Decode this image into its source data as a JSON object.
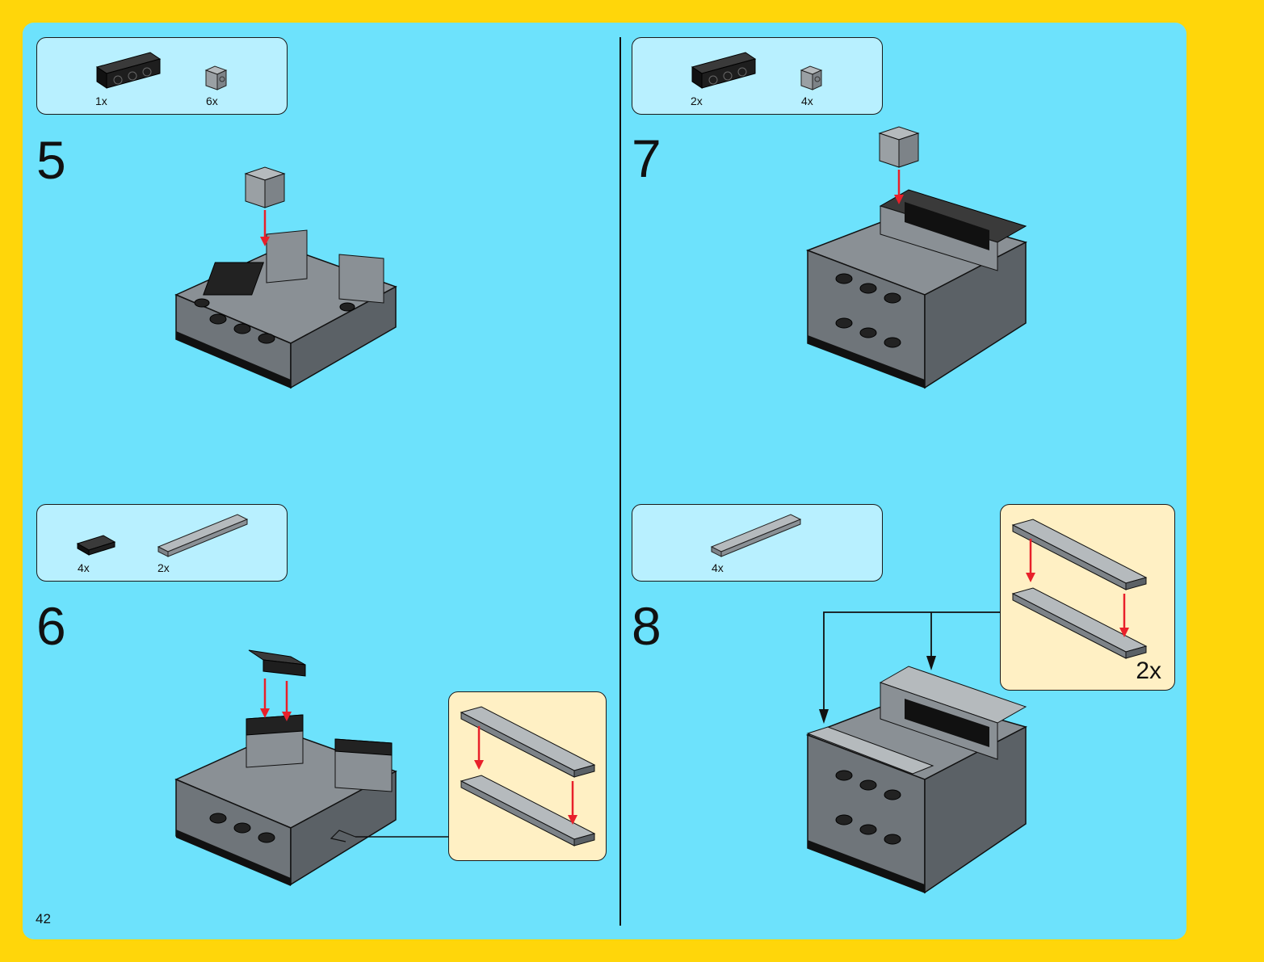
{
  "page_number": "42",
  "steps": [
    {
      "number": "5",
      "parts": [
        {
          "qty": "1x",
          "icon": "black-1x4-brick-icon"
        },
        {
          "qty": "6x",
          "icon": "gray-1x1-brick-icon"
        }
      ]
    },
    {
      "number": "6",
      "parts": [
        {
          "qty": "4x",
          "icon": "black-1x2-plate-icon"
        },
        {
          "qty": "2x",
          "icon": "gray-1x6-plate-icon"
        }
      ]
    },
    {
      "number": "7",
      "parts": [
        {
          "qty": "2x",
          "icon": "black-1x4-brick-icon"
        },
        {
          "qty": "4x",
          "icon": "gray-1x1-brick-icon"
        }
      ]
    },
    {
      "number": "8",
      "parts": [
        {
          "qty": "4x",
          "icon": "gray-1x6-plate-icon"
        }
      ],
      "callout_qty": "2x"
    }
  ],
  "colors": {
    "page_border": "#FFD60A",
    "sheet": "#6DE2FC",
    "parts_box": "#B8F0FF",
    "callout": "#FFF0C4",
    "arrow_red": "#E8202A",
    "brick_gray": "#8A9095",
    "brick_black": "#1E1E1E"
  }
}
